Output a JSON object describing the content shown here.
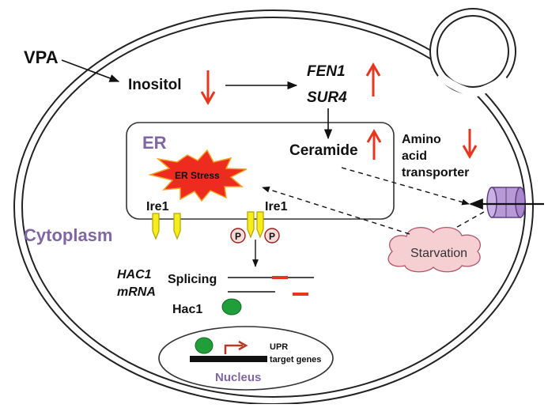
{
  "labels": {
    "vpa": "VPA",
    "inositol": "Inositol",
    "fen1": "FEN1",
    "sur4": "SUR4",
    "er": "ER",
    "ceramide": "Ceramide",
    "amino_line1": "Amino",
    "amino_line2": "acid",
    "amino_line3": "transporter",
    "er_stress": "ER Stress",
    "ire1_left": "Ire1",
    "ire1_right": "Ire1",
    "cytoplasm": "Cytoplasm",
    "phospho": "P",
    "starvation": "Starvation",
    "hac1_mrna_line1": "HAC1",
    "hac1_mrna_line2": "mRNA",
    "splicing": "Splicing",
    "hac1": "Hac1",
    "upr_line1": "UPR",
    "upr_line2": "target genes",
    "nucleus": "Nucleus"
  },
  "colors": {
    "up_down_arrow": "#e8351e",
    "er_stress_fill": "#ee2b1f",
    "er_stress_stroke": "#f0a020",
    "ire1_fill": "#f5ee1a",
    "ire1_stroke": "#b8a100",
    "phospho_fill": "#f5dcd8",
    "phospho_stroke": "#9a1f1f",
    "starvation_fill": "#f6cfd2",
    "starvation_stroke": "#b0576a",
    "transporter_fill": "#b79ad6",
    "transporter_stroke": "#5b3f7d",
    "hac1_fill": "#1f9e3a",
    "splice_red": "#e8351e",
    "compartment_label": "#8066a3"
  },
  "icons": {
    "er_stress": "starburst-icon",
    "ire1": "receptor-icon",
    "transporter": "cylinder-channel-icon",
    "hac1": "protein-blob-icon",
    "starvation": "cloud-icon"
  }
}
